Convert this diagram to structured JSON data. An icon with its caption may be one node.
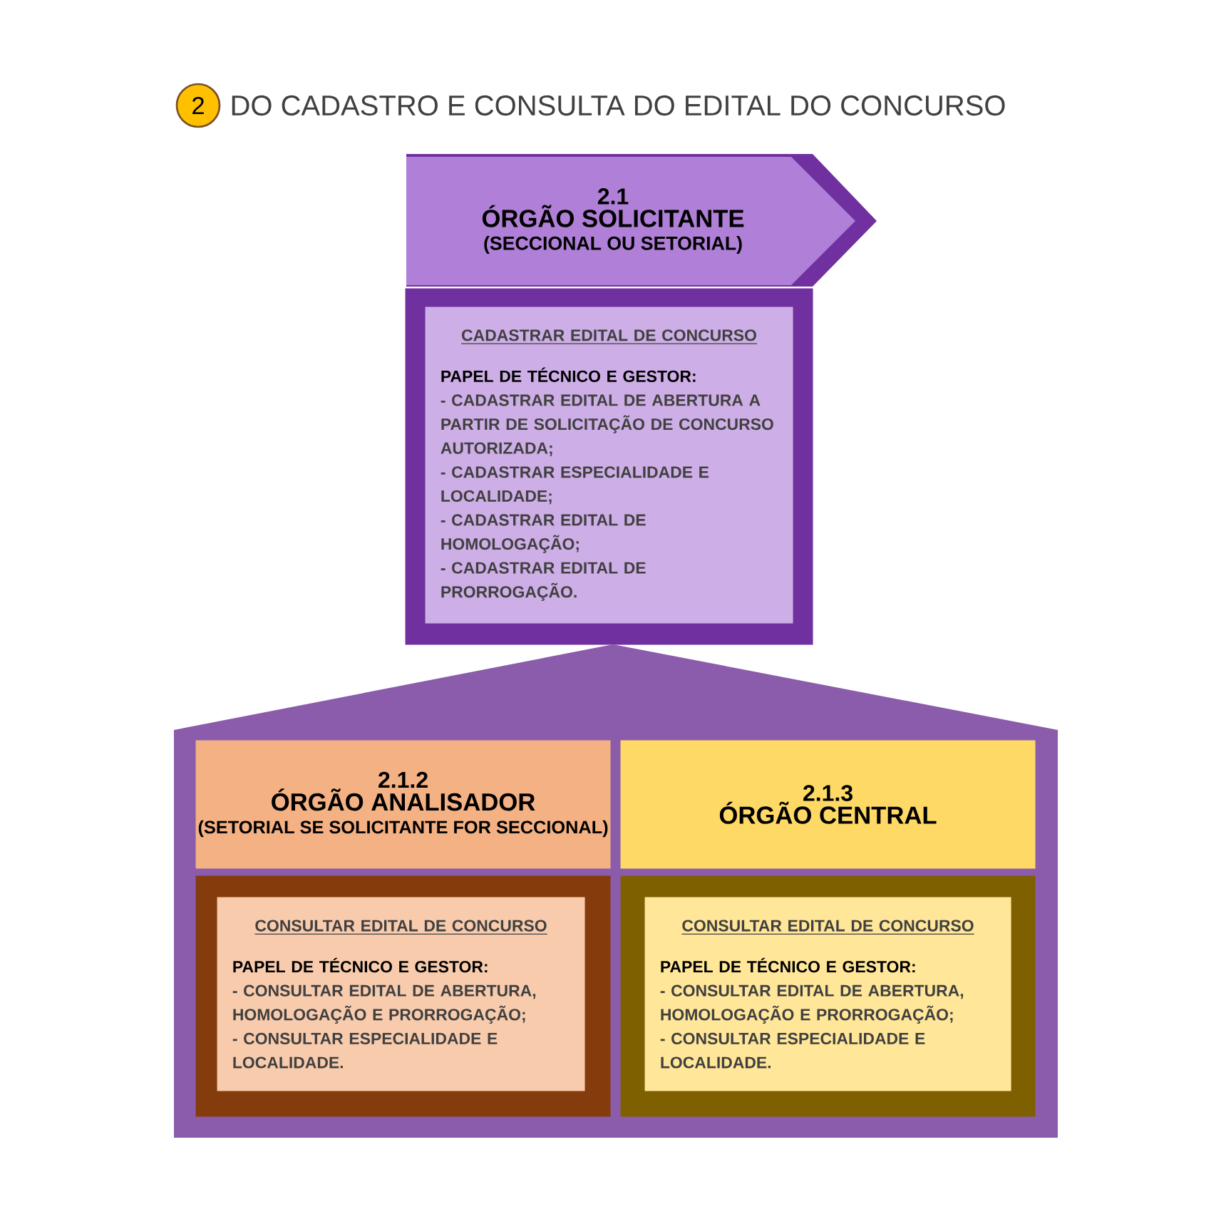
{
  "diagram": {
    "title": "DO CADASTRO E CONSULTA DO EDITAL DO CONCURSO",
    "nodes": [
      {
        "text": [
          "2"
        ]
      },
      {
        "text": [
          "2.1",
          "ÓRGÃO SOLICITANTE",
          "(SECCIONAL OU SETORIAL)"
        ]
      },
      {
        "text": [],
        "shape": "box"
      },
      {
        "text": [
          "CADASTRAR EDITAL DE CONCURSO",
          "PAPEL DE TÉCNICO E GESTOR:",
          "- CADASTRAR EDITAL DE ABERTURA A PARTIR DE SOLICITAÇÃO DE CONCURSO AUTORIZADA;",
          "- CADASTRAR ESPECIALIDADE E LOCALIDADE;",
          "- CADASTRAR EDITAL DE HOMOLOGAÇÃO;",
          "- CADASTRAR EDITAL DE PRORROGAÇÃO."
        ],
        "in": 2
      },
      {
        "text": [],
        "shape": "pentagon"
      },
      {
        "text": [
          "2.1.2",
          "ÓRGÃO ANALISADOR",
          "(SETORIAL SE SOLICITANTE FOR SECCIONAL)"
        ],
        "in": 4
      },
      {
        "text": [],
        "shape": "box",
        "in": 4
      },
      {
        "text": [
          "CONSULTAR EDITAL DE CONCURSO",
          "PAPEL DE TÉCNICO E GESTOR:",
          "- CONSULTAR EDITAL DE ABERTURA, HOMOLOGAÇÃO E PRORROGAÇÃO;",
          "- CONSULTAR ESPECIALIDADE E LOCALIDADE."
        ],
        "in": 6
      },
      {
        "text": [
          "2.1.3",
          "ÓRGÃO CENTRAL"
        ],
        "in": 4
      },
      {
        "text": [],
        "shape": "box",
        "in": 4
      },
      {
        "text": [
          "CONSULTAR EDITAL DE CONCURSO",
          "PAPEL DE TÉCNICO E GESTOR:",
          "- CONSULTAR EDITAL DE ABERTURA, HOMOLOGAÇÃO E PRORROGAÇÃO;",
          "- CONSULTAR ESPECIALIDADE E LOCALIDADE."
        ],
        "in": 9
      }
    ]
  }
}
